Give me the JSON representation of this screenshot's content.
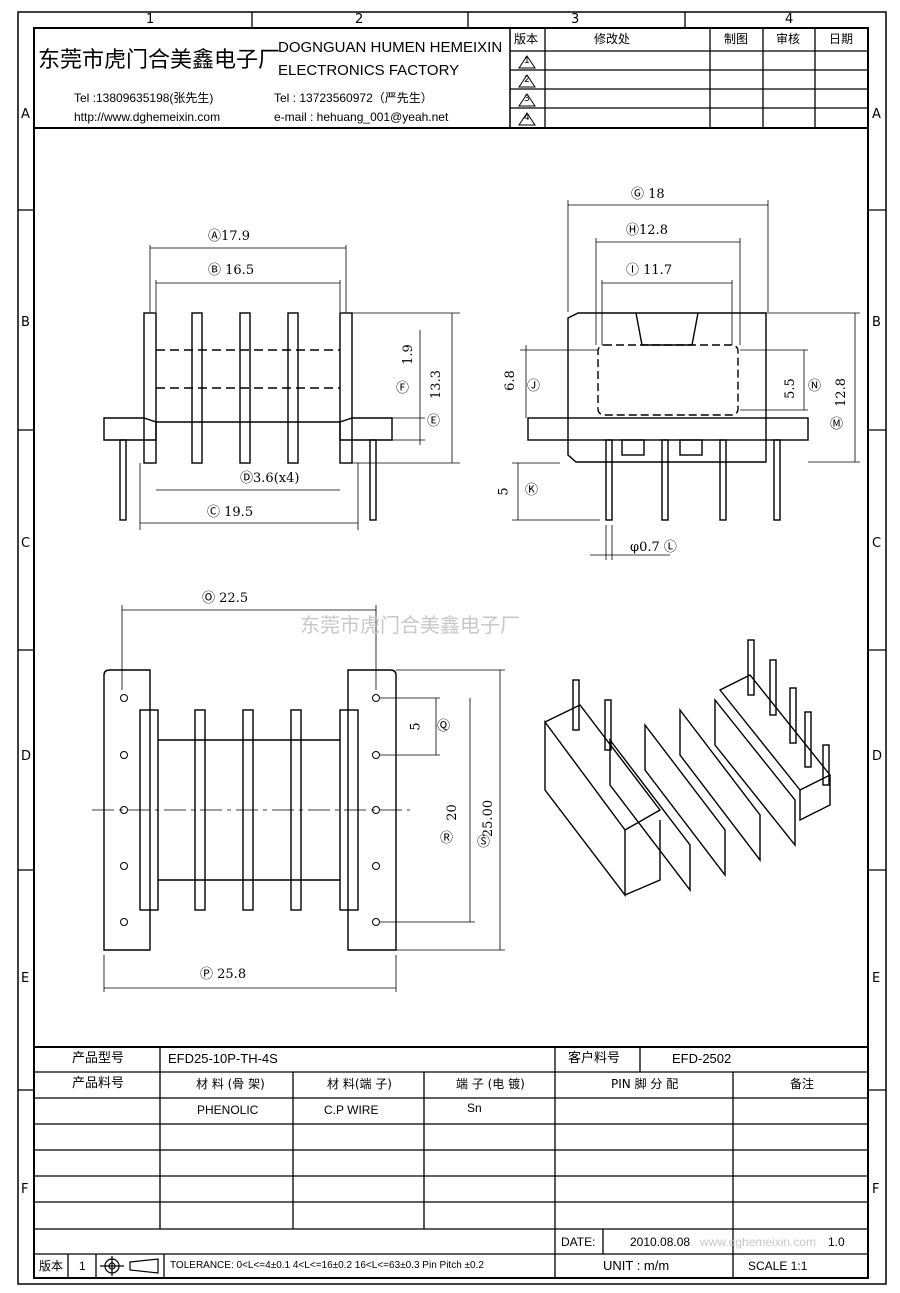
{
  "grid": {
    "cols": [
      "1",
      "2",
      "3",
      "4"
    ],
    "rows": [
      "A",
      "B",
      "C",
      "D",
      "E",
      "F"
    ]
  },
  "company": {
    "name_cn": "东莞市虎门合美鑫电子厂",
    "name_en_1": "DOGNGUAN HUMEN HEMEIXIN",
    "name_en_2": "ELECTRONICS FACTORY",
    "tel1": "Tel :13809635198(张先生)",
    "web": "http://www.dghemeixin.com",
    "tel2": "Tel : 13723560972（严先生）",
    "email": "e-mail : hehuang_001@yeah.net"
  },
  "revision_table": {
    "headers": [
      "版本",
      "修改处",
      "制图",
      "审核",
      "日期"
    ],
    "rows": [
      "1",
      "2",
      "3",
      "4"
    ]
  },
  "dimensions": {
    "A": "17.9",
    "B": "16.5",
    "C": "19.5",
    "D": "3.6(x4)",
    "E": "",
    "F": "",
    "e_val": "1.9",
    "f_val": "13.3",
    "G": "18",
    "H": "12.8",
    "I": "11.7",
    "J": "6.8",
    "K": "5",
    "L": "φ0.7",
    "M": "12.8",
    "N": "5.5",
    "O": "22.5",
    "P": "25.8",
    "Q": "5",
    "R": "20",
    "S": "25.00"
  },
  "watermark": "东莞市虎门合美鑫电子厂",
  "watermark2": "www.dghemeixin.com",
  "bom": {
    "product_model_label": "产品型号",
    "product_model": "EFD25-10P-TH-4S",
    "customer_pn_label": "客户料号",
    "customer_pn": "EFD-2502",
    "product_pn_label": "产品料号",
    "col_material_bobbin": "材 料 (骨 架)",
    "col_material_pin": "材 料(端 子)",
    "col_plating": "端 子 (电 镀)",
    "col_pin": "PIN 脚 分 配",
    "col_note": "备注",
    "material_bobbin": "PHENOLIC",
    "material_pin": "C.P WIRE",
    "plating": "Sn",
    "date_label": "DATE:",
    "date": "2010.08.08",
    "version_label": "版本",
    "version": "1",
    "version_right": "1.0",
    "tolerance": "TOLERANCE:  0<L<=4±0.1  4<L<=16±0.2  16<L<=63±0.3  Pin Pitch  ±0.2",
    "unit": "UNIT : m/m",
    "scale": "SCALE    1:1"
  }
}
